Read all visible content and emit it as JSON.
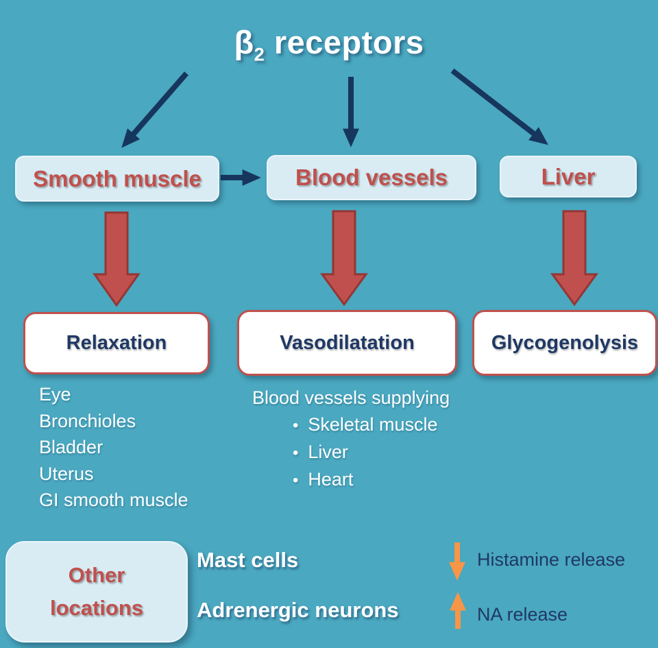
{
  "colors": {
    "background": "#4AA8C0",
    "box_light": "#D9ECF4",
    "box_border_light": "#EAF5FA",
    "red": "#C0504D",
    "red_dark": "#943634",
    "navy": "#1F3864",
    "navy_arrow": "#17365D",
    "orange": "#F79646",
    "white": "#FFFFFF"
  },
  "title": {
    "beta": "β",
    "subscript": "2",
    "rest": " receptors"
  },
  "organ_boxes": [
    {
      "label": "Smooth muscle"
    },
    {
      "label": "Blood vessels"
    },
    {
      "label": "Liver"
    }
  ],
  "effect_boxes": [
    {
      "label": "Relaxation"
    },
    {
      "label": "Vasodilatation"
    },
    {
      "label": "Glycogenolysis"
    }
  ],
  "relaxation_targets": [
    "Eye",
    "Bronchioles",
    "Bladder",
    "Uterus",
    "GI smooth muscle"
  ],
  "vasodilatation_detail": {
    "heading": "Blood vessels supplying",
    "bullet": "•",
    "items": [
      "Skeletal muscle",
      "Liver",
      "Heart"
    ]
  },
  "other_locations": {
    "line1": "Other",
    "line2": "locations",
    "entries": [
      {
        "site": "Mast cells",
        "arrow": "down",
        "effect": "Histamine release"
      },
      {
        "site": "Adrenergic neurons",
        "arrow": "up",
        "effect": "NA release"
      }
    ]
  }
}
